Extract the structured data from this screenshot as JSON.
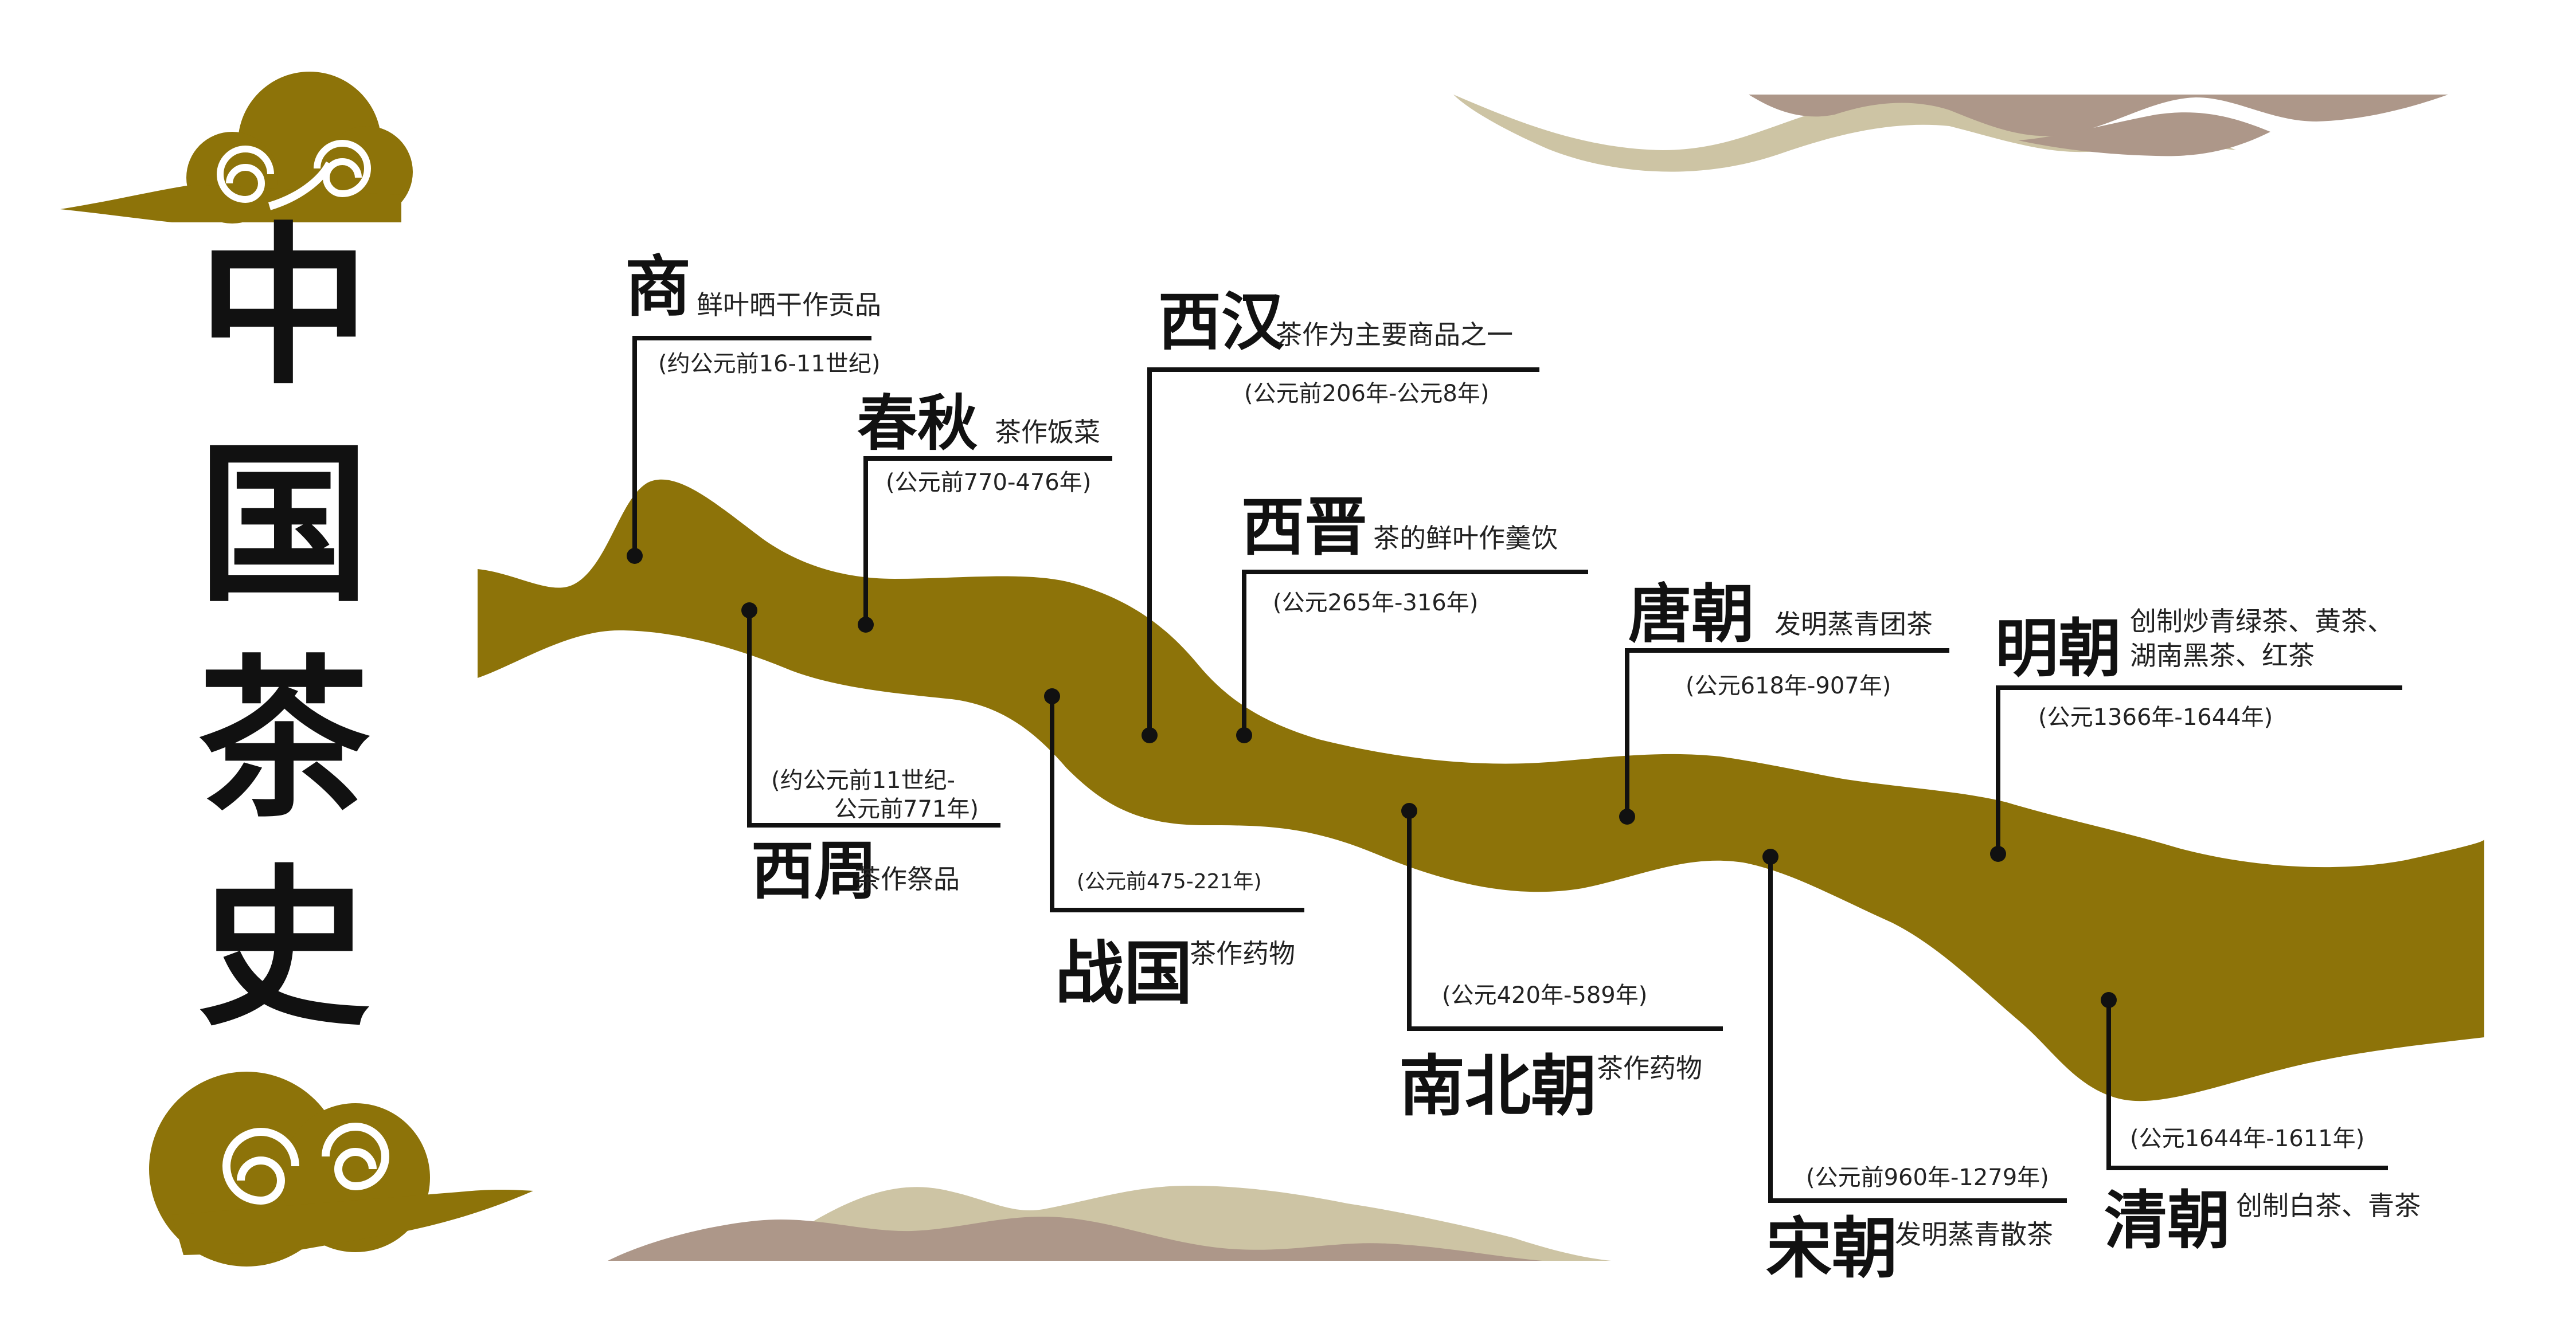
{
  "title_chars": [
    "中",
    "国",
    "茶",
    "史"
  ],
  "colors": {
    "river": "#8d7309",
    "cloud": "#8d7309",
    "mountain_light": "#cdc4a4",
    "mountain_dark": "#ad9789",
    "line": "#111111",
    "background": "#ffffff"
  },
  "events": [
    {
      "name": "商",
      "desc": "鲜叶晒干作贡品",
      "date": "(约公元前16-11世纪)"
    },
    {
      "name": "西周",
      "desc": "茶作祭品",
      "date_line1": "(约公元前11世纪-",
      "date_line2": "公元前771年)"
    },
    {
      "name": "春秋",
      "desc": "茶作饭菜",
      "date": "(公元前770-476年)"
    },
    {
      "name": "战国",
      "desc": "茶作药物",
      "date": "(公元前475-221年)"
    },
    {
      "name": "西汉",
      "desc": "茶作为主要商品之一",
      "date": "(公元前206年-公元8年)"
    },
    {
      "name": "西晋",
      "desc": "茶的鲜叶作羹饮",
      "date": "(公元265年-316年)"
    },
    {
      "name": "南北朝",
      "desc": "茶作药物",
      "date": "(公元420年-589年)"
    },
    {
      "name": "唐朝",
      "desc": "发明蒸青团茶",
      "date": "(公元618年-907年)"
    },
    {
      "name": "宋朝",
      "desc": "发明蒸青散茶",
      "date": "(公元前960年-1279年)"
    },
    {
      "name": "明朝",
      "desc_line1": "创制炒青绿茶、黄茶、",
      "desc_line2": "湖南黑茶、红茶",
      "date": "(公元1366年-1644年)"
    },
    {
      "name": "清朝",
      "desc": "创制白茶、青茶",
      "date": "(公元1644年-1611年)"
    }
  ]
}
